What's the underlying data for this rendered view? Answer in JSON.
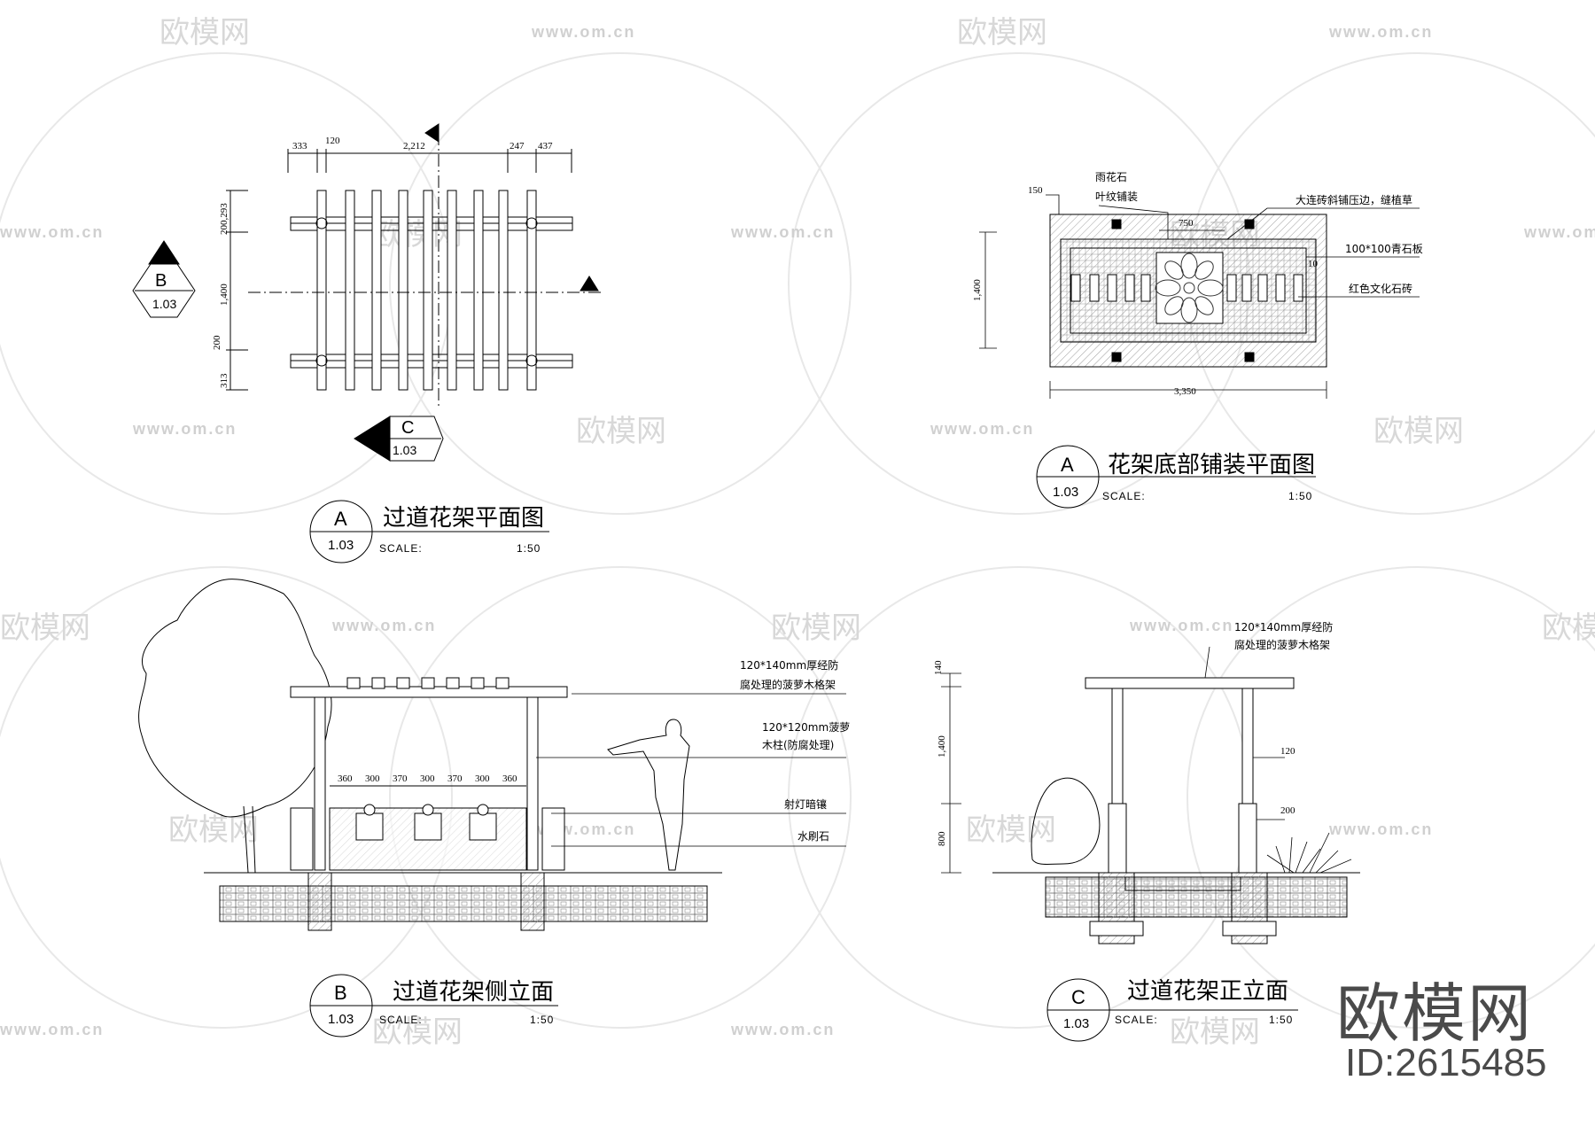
{
  "watermark": {
    "brand": "欧模网",
    "url": "www.om.cn"
  },
  "logo": {
    "brand": "欧模网",
    "id": "ID:2615485"
  },
  "plan1": {
    "title": "过道花架平面图",
    "ref": "A",
    "sheet": "1.03",
    "scale_label": "SCALE:",
    "scale": "1:50",
    "dims_top": [
      "333",
      "120",
      "2,212",
      "247",
      "437"
    ],
    "dims_left": [
      "200,293",
      "1,400",
      "200",
      "313"
    ],
    "section_b": "B",
    "section_b_sheet": "1.03",
    "section_c": "C",
    "section_c_sheet": "1.03"
  },
  "plan2": {
    "title": "花架底部铺装平面图",
    "ref": "A",
    "sheet": "1.03",
    "scale_label": "SCALE:",
    "scale": "1:50",
    "dims": [
      "150",
      "750",
      "1,400",
      "3,350",
      "10"
    ],
    "notes": [
      "雨花石",
      "叶纹铺装",
      "大连砖斜铺压边，缝植草",
      "100*100青石板",
      "红色文化石砖"
    ]
  },
  "side": {
    "title": "过道花架侧立面",
    "ref": "B",
    "sheet": "1.03",
    "scale_label": "SCALE:",
    "scale": "1:50",
    "dims": [
      "360",
      "300",
      "370",
      "300",
      "370",
      "300",
      "360"
    ],
    "notes": [
      "120*140mm厚经防",
      "腐处理的菠萝木格架",
      "120*120mm菠萝",
      "木柱(防腐处理)",
      "射灯暗镶",
      "水刷石"
    ]
  },
  "front": {
    "title": "过道花架正立面",
    "ref": "C",
    "sheet": "1.03",
    "scale_label": "SCALE:",
    "scale": "1:50",
    "dims": [
      "140",
      "1,400",
      "800",
      "120",
      "200"
    ],
    "notes": [
      "120*140mm厚经防",
      "腐处理的菠萝木格架"
    ]
  }
}
